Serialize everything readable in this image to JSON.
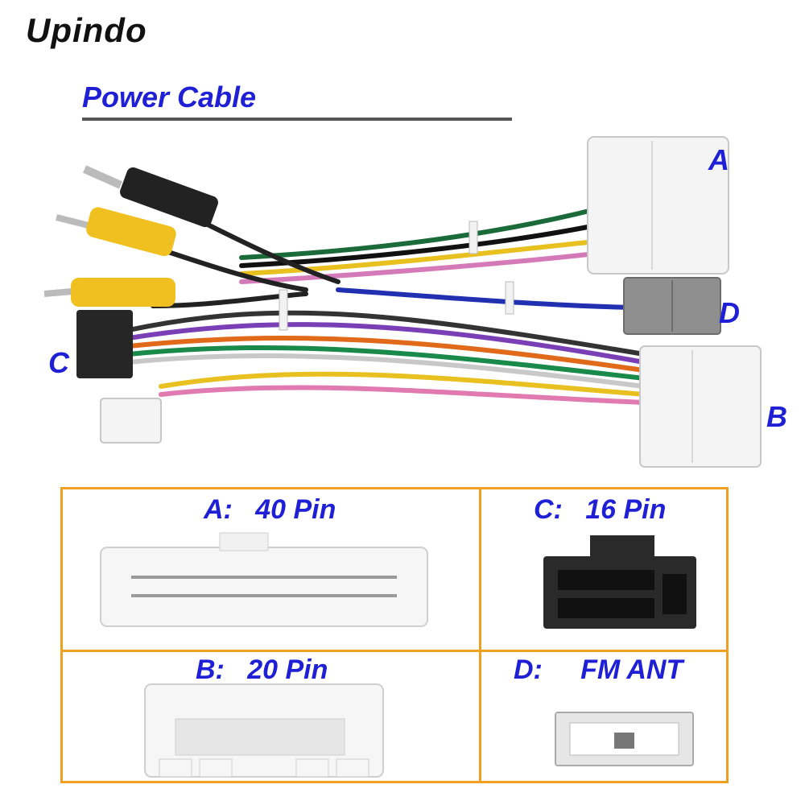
{
  "brand": {
    "logo_text": "Upindo"
  },
  "header": {
    "title": "Power Cable"
  },
  "callouts": {
    "a": "A",
    "b": "B",
    "c": "C",
    "d": "D"
  },
  "connectors": [
    {
      "id": "a",
      "label": "A:   40 Pin"
    },
    {
      "id": "c",
      "label": "C:   16 Pin"
    },
    {
      "id": "b",
      "label": "B:   20 Pin"
    },
    {
      "id": "d",
      "label": "D:     FM ANT"
    }
  ],
  "colors": {
    "label_blue": "#1f1fd6",
    "frame_orange": "#f0a020"
  }
}
